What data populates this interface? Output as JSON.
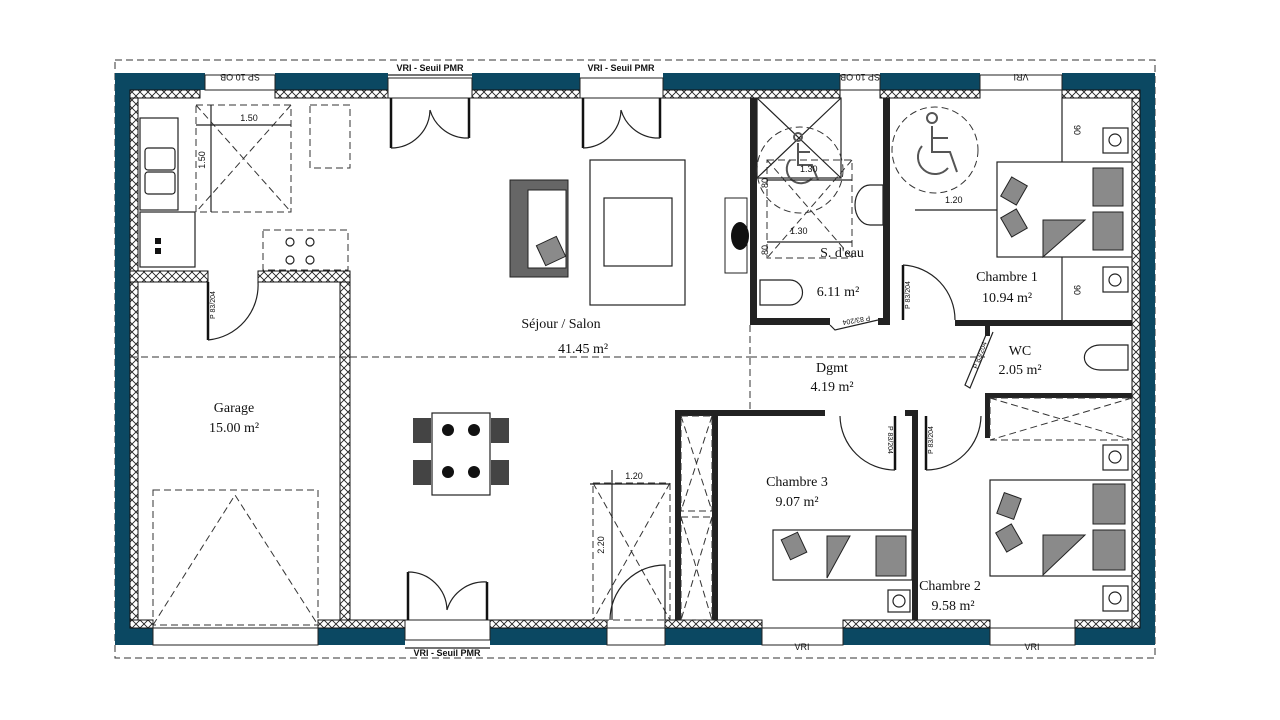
{
  "rooms": {
    "sejour": {
      "name": "Séjour / Salon",
      "area": "41.45 m²"
    },
    "garage": {
      "name": "Garage",
      "area": "15.00 m²"
    },
    "sdeau": {
      "name": "S. d'eau",
      "area": "6.11 m²"
    },
    "chambre1": {
      "name": "Chambre 1",
      "area": "10.94 m²"
    },
    "wc": {
      "name": "WC",
      "area": "2.05 m²"
    },
    "dgmt": {
      "name": "Dgmt",
      "area": "4.19 m²"
    },
    "chambre3": {
      "name": "Chambre 3",
      "area": "9.07 m²"
    },
    "chambre2": {
      "name": "Chambre 2",
      "area": "9.58 m²"
    }
  },
  "openings": {
    "top_sp1": "SP 10 OB",
    "top_vri1": "VRI - Seuil PMR",
    "top_vri2": "VRI - Seuil PMR",
    "top_sp2": "SP 10 OB",
    "top_vri3": "VRI",
    "bottom_vri1": "VRI - Seuil PMR",
    "bottom_vri2": "VRI",
    "bottom_vri3": "VRI"
  },
  "doors": {
    "kitchen": "P 83/204",
    "sdeau": "P 83/204",
    "chambre1": "P 83/204",
    "wc": "P 83/204",
    "chambre3": "P 83/204",
    "chambre2": "P 83/204"
  },
  "dimensions": {
    "kitchen_w": "1.50",
    "kitchen_h": "1.50",
    "shower_w1": "1.30",
    "shower_w2": "1.30",
    "shower_h1": "80",
    "shower_h2": "80",
    "ch1_turn": "1.20",
    "ch1_side1": "90",
    "ch1_side2": "90",
    "entry_w": "1.20",
    "entry_h": "2.20"
  },
  "colors": {
    "wall": "#0b4862"
  }
}
